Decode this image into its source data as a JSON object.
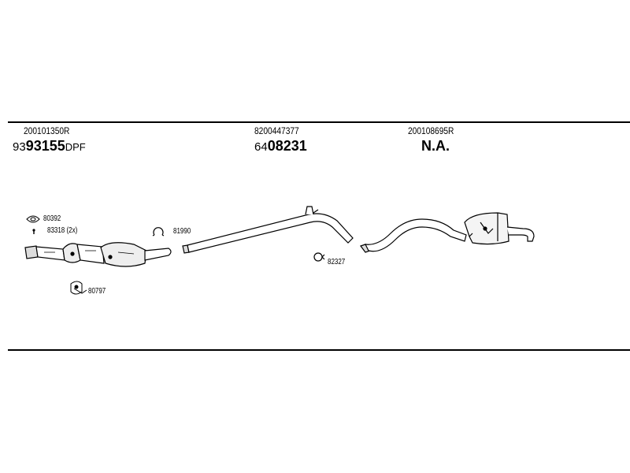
{
  "sections": [
    {
      "oem": "200101350R",
      "prefix": "93",
      "part": "93155",
      "suffix": "DPF"
    },
    {
      "oem": "8200447377",
      "prefix": "64",
      "part": "08231",
      "suffix": ""
    },
    {
      "oem": "200108695R",
      "prefix": "",
      "part": "N.A.",
      "suffix": ""
    }
  ],
  "labels": {
    "gasket": "80392",
    "bolts": "83318 (2x)",
    "clamp_front": "81990",
    "clamp_mid": "82327",
    "mount_kit": "80797"
  },
  "icons": {
    "gasket": "gasket-icon",
    "bolts": "bolt-icon",
    "clamp": "clamp-icon",
    "mount": "mount-kit-icon"
  }
}
